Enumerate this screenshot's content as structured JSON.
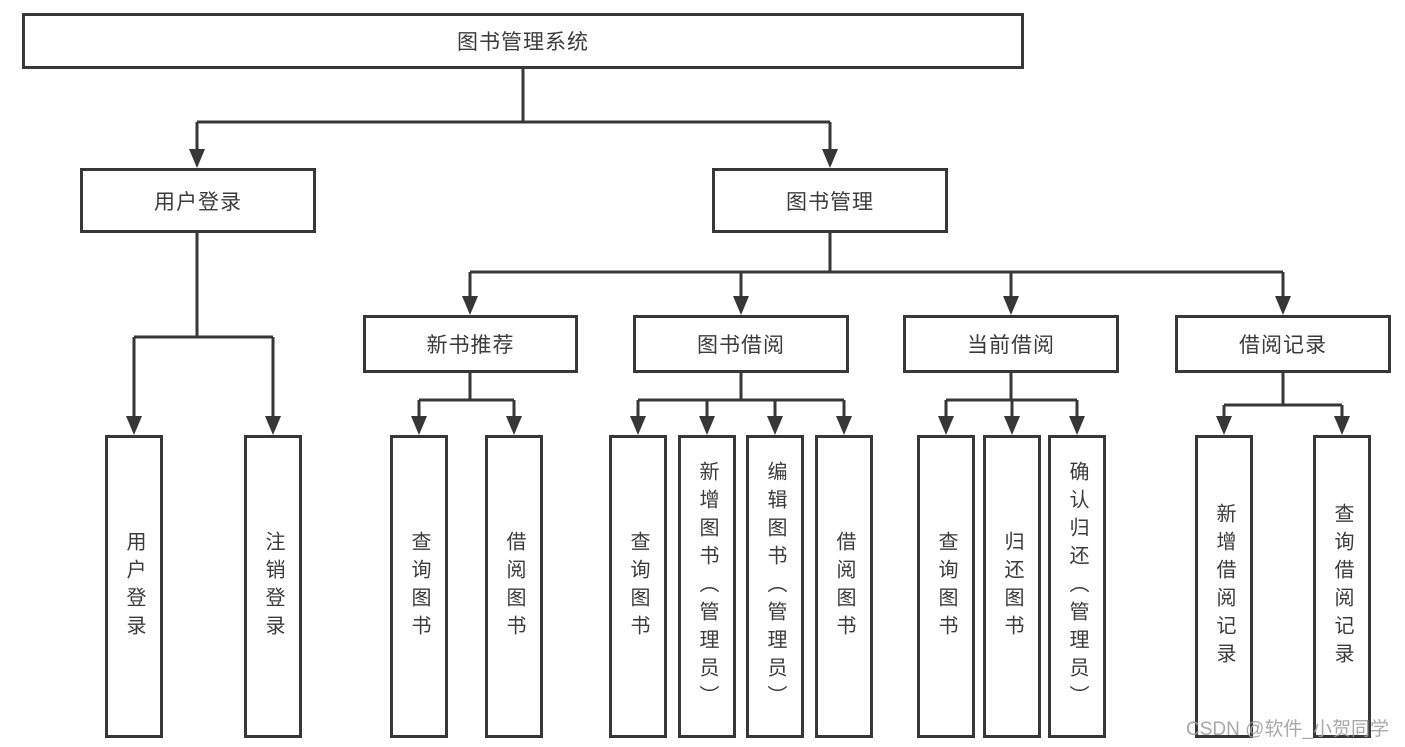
{
  "diagram": {
    "title": "图书管理系统",
    "colors": {
      "line": "#373737",
      "text": "#3b3b3b",
      "background": "#ffffff",
      "watermark": "#9e9e9e"
    },
    "root": {
      "label": "图书管理系统"
    },
    "level2": [
      {
        "label": "用户登录",
        "parent": "图书管理系统"
      },
      {
        "label": "图书管理",
        "parent": "图书管理系统"
      }
    ],
    "level3": [
      {
        "label": "新书推荐",
        "parent": "图书管理"
      },
      {
        "label": "图书借阅",
        "parent": "图书管理"
      },
      {
        "label": "当前借阅",
        "parent": "图书管理"
      },
      {
        "label": "借阅记录",
        "parent": "图书管理"
      }
    ],
    "leaves": [
      {
        "label": "用户登录",
        "parent": "用户登录"
      },
      {
        "label": "注销登录",
        "parent": "用户登录"
      },
      {
        "label": "查询图书",
        "parent": "新书推荐"
      },
      {
        "label": "借阅图书",
        "parent": "新书推荐"
      },
      {
        "label": "查询图书",
        "parent": "图书借阅"
      },
      {
        "label": "新增图书（管理员）",
        "parent": "图书借阅"
      },
      {
        "label": "编辑图书（管理员）",
        "parent": "图书借阅"
      },
      {
        "label": "借阅图书",
        "parent": "图书借阅"
      },
      {
        "label": "查询图书",
        "parent": "当前借阅"
      },
      {
        "label": "归还图书",
        "parent": "当前借阅"
      },
      {
        "label": "确认归还（管理员）",
        "parent": "当前借阅"
      },
      {
        "label": "新增借阅记录",
        "parent": "借阅记录"
      },
      {
        "label": "查询借阅记录",
        "parent": "借阅记录"
      }
    ],
    "watermark": "CSDN @软件_小贺同学"
  }
}
